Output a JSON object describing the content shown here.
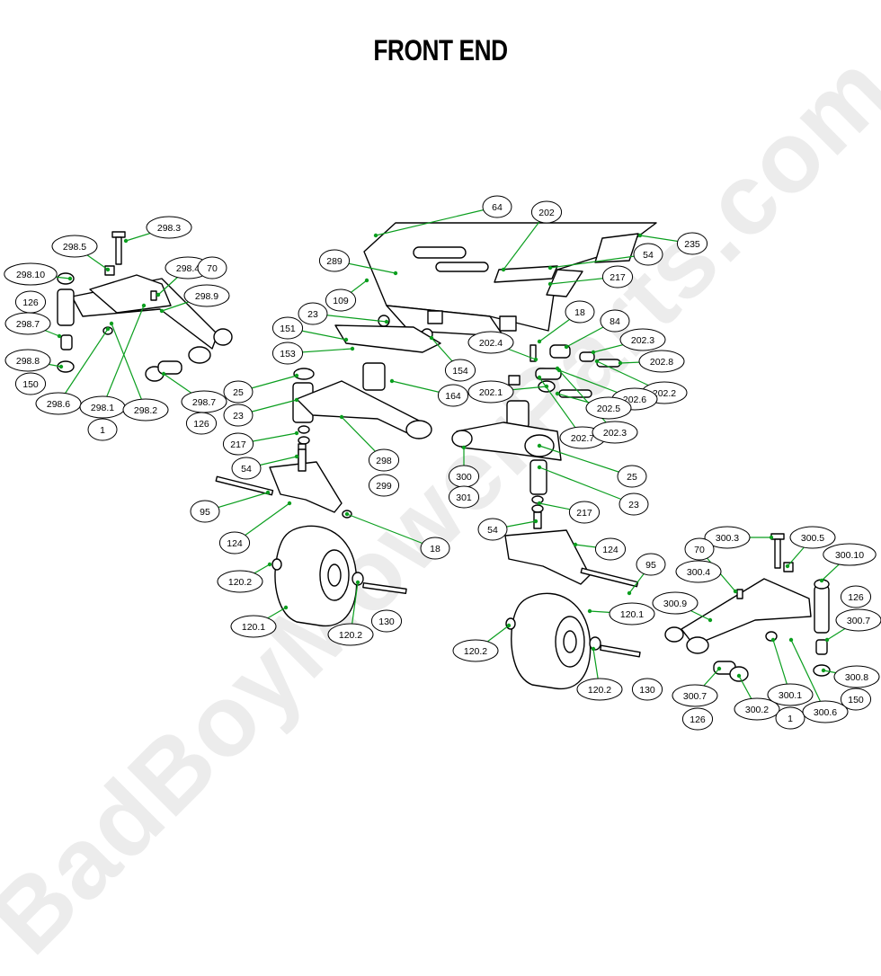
{
  "title": "FRONT END",
  "watermark": "BadBoyMowerParts.com",
  "colors": {
    "leader": "#0a9e1e",
    "bubble_stroke": "#000000",
    "part_stroke": "#000000",
    "part_fill": "#ffffff",
    "guide": "#3355ff"
  },
  "callouts": [
    "298.3",
    "298.5",
    "298.4",
    "70",
    "298.10",
    "298.9",
    "126",
    "298.7",
    "298.8",
    "150",
    "298.6",
    "298.1",
    "1",
    "298.2",
    "298.7",
    "126",
    "64",
    "202",
    "235",
    "289",
    "54",
    "109",
    "217",
    "23",
    "151",
    "153",
    "18",
    "84",
    "202.3",
    "202.8",
    "202.4",
    "202.2",
    "202.6",
    "202.1",
    "202.5",
    "202.7",
    "202.3",
    "154",
    "25",
    "23",
    "164",
    "217",
    "54",
    "298",
    "299",
    "95",
    "124",
    "18",
    "120.2",
    "120.1",
    "120.2",
    "130",
    "300",
    "301",
    "25",
    "23",
    "217",
    "54",
    "124",
    "95",
    "120.1",
    "120.2",
    "120.2",
    "130",
    "300.3",
    "300.5",
    "70",
    "300.10",
    "300.4",
    "126",
    "300.9",
    "300.7",
    "300.8",
    "150",
    "300.7",
    "126",
    "300.2",
    "300.1",
    "1",
    "300.6"
  ]
}
